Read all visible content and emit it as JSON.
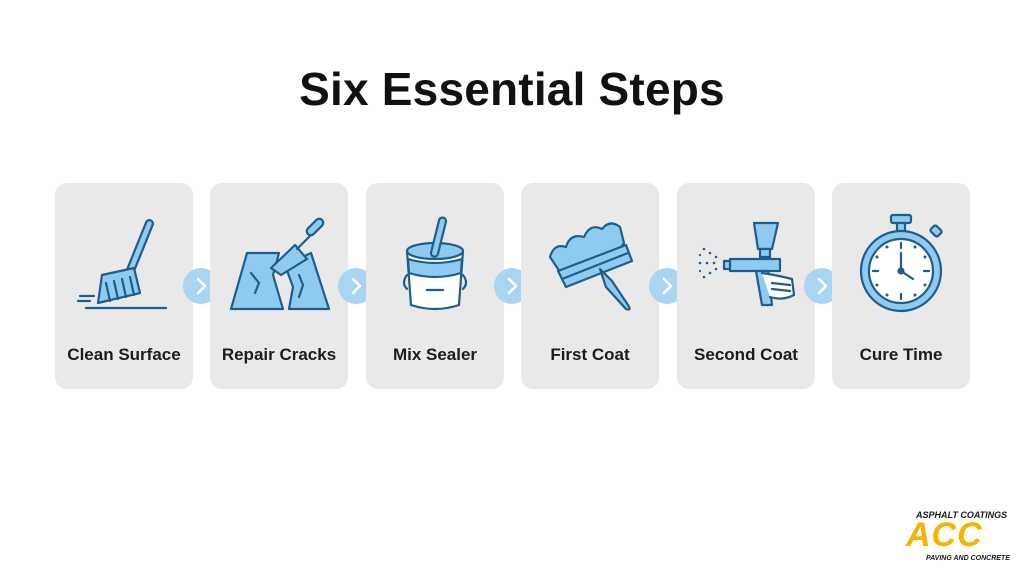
{
  "title": "Six Essential Steps",
  "steps": [
    {
      "label": "Clean Surface",
      "icon": "broom-icon"
    },
    {
      "label": "Repair Cracks",
      "icon": "trowel-crack-icon"
    },
    {
      "label": "Mix Sealer",
      "icon": "paint-bucket-icon"
    },
    {
      "label": "First Coat",
      "icon": "squeegee-icon"
    },
    {
      "label": "Second Coat",
      "icon": "spray-gun-icon"
    },
    {
      "label": "Cure Time",
      "icon": "stopwatch-icon"
    }
  ],
  "logo": {
    "top": "ASPHALT COATINGS",
    "mark": "ACC",
    "bottom": "PAVING AND CONCRETE"
  },
  "colors": {
    "card_bg": "#e9e9e9",
    "icon_fill": "#8fcaf0",
    "icon_stroke": "#1f5d8a",
    "arrow_bg": "#a9d4f2",
    "logo_accent": "#f4b400"
  }
}
